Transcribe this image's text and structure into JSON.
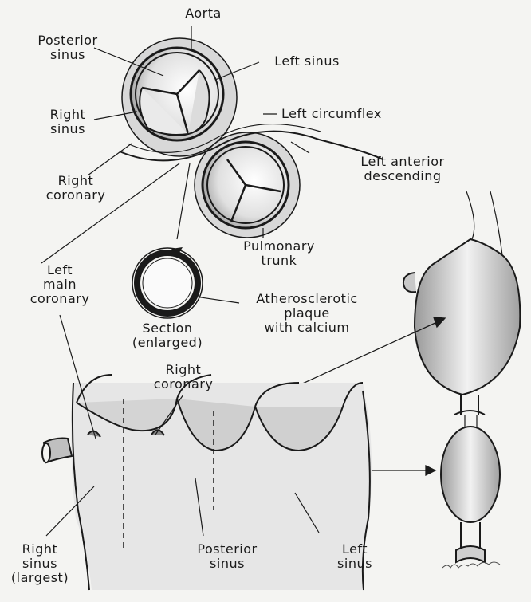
{
  "labels": {
    "aorta": "Aorta",
    "posterior_sinus_top": [
      "Posterior",
      "sinus"
    ],
    "left_sinus_top": "Left sinus",
    "right_sinus_top": [
      "Right",
      "sinus"
    ],
    "left_circumflex": "Left circumflex",
    "left_anterior_descending": [
      "Left anterior",
      "descending"
    ],
    "right_coronary_top": [
      "Right",
      "coronary"
    ],
    "pulmonary_trunk": [
      "Pulmonary",
      "trunk"
    ],
    "left_main_coronary": [
      "Left",
      "main",
      "coronary"
    ],
    "section": [
      "Section",
      "(enlarged)"
    ],
    "plaque": [
      "Atherosclerotic",
      "plaque",
      "with calcium"
    ],
    "right_coronary_bottom": [
      "Right",
      "coronary"
    ],
    "right_sinus_bottom": [
      "Right",
      "sinus",
      "(largest)"
    ],
    "posterior_sinus_bottom": [
      "Posterior",
      "sinus"
    ],
    "left_sinus_bottom": [
      "Left",
      "sinus"
    ]
  },
  "colors": {
    "ink": "#1a1a1a",
    "paper": "#f4f4f2",
    "shade": "#9a9a9a"
  }
}
